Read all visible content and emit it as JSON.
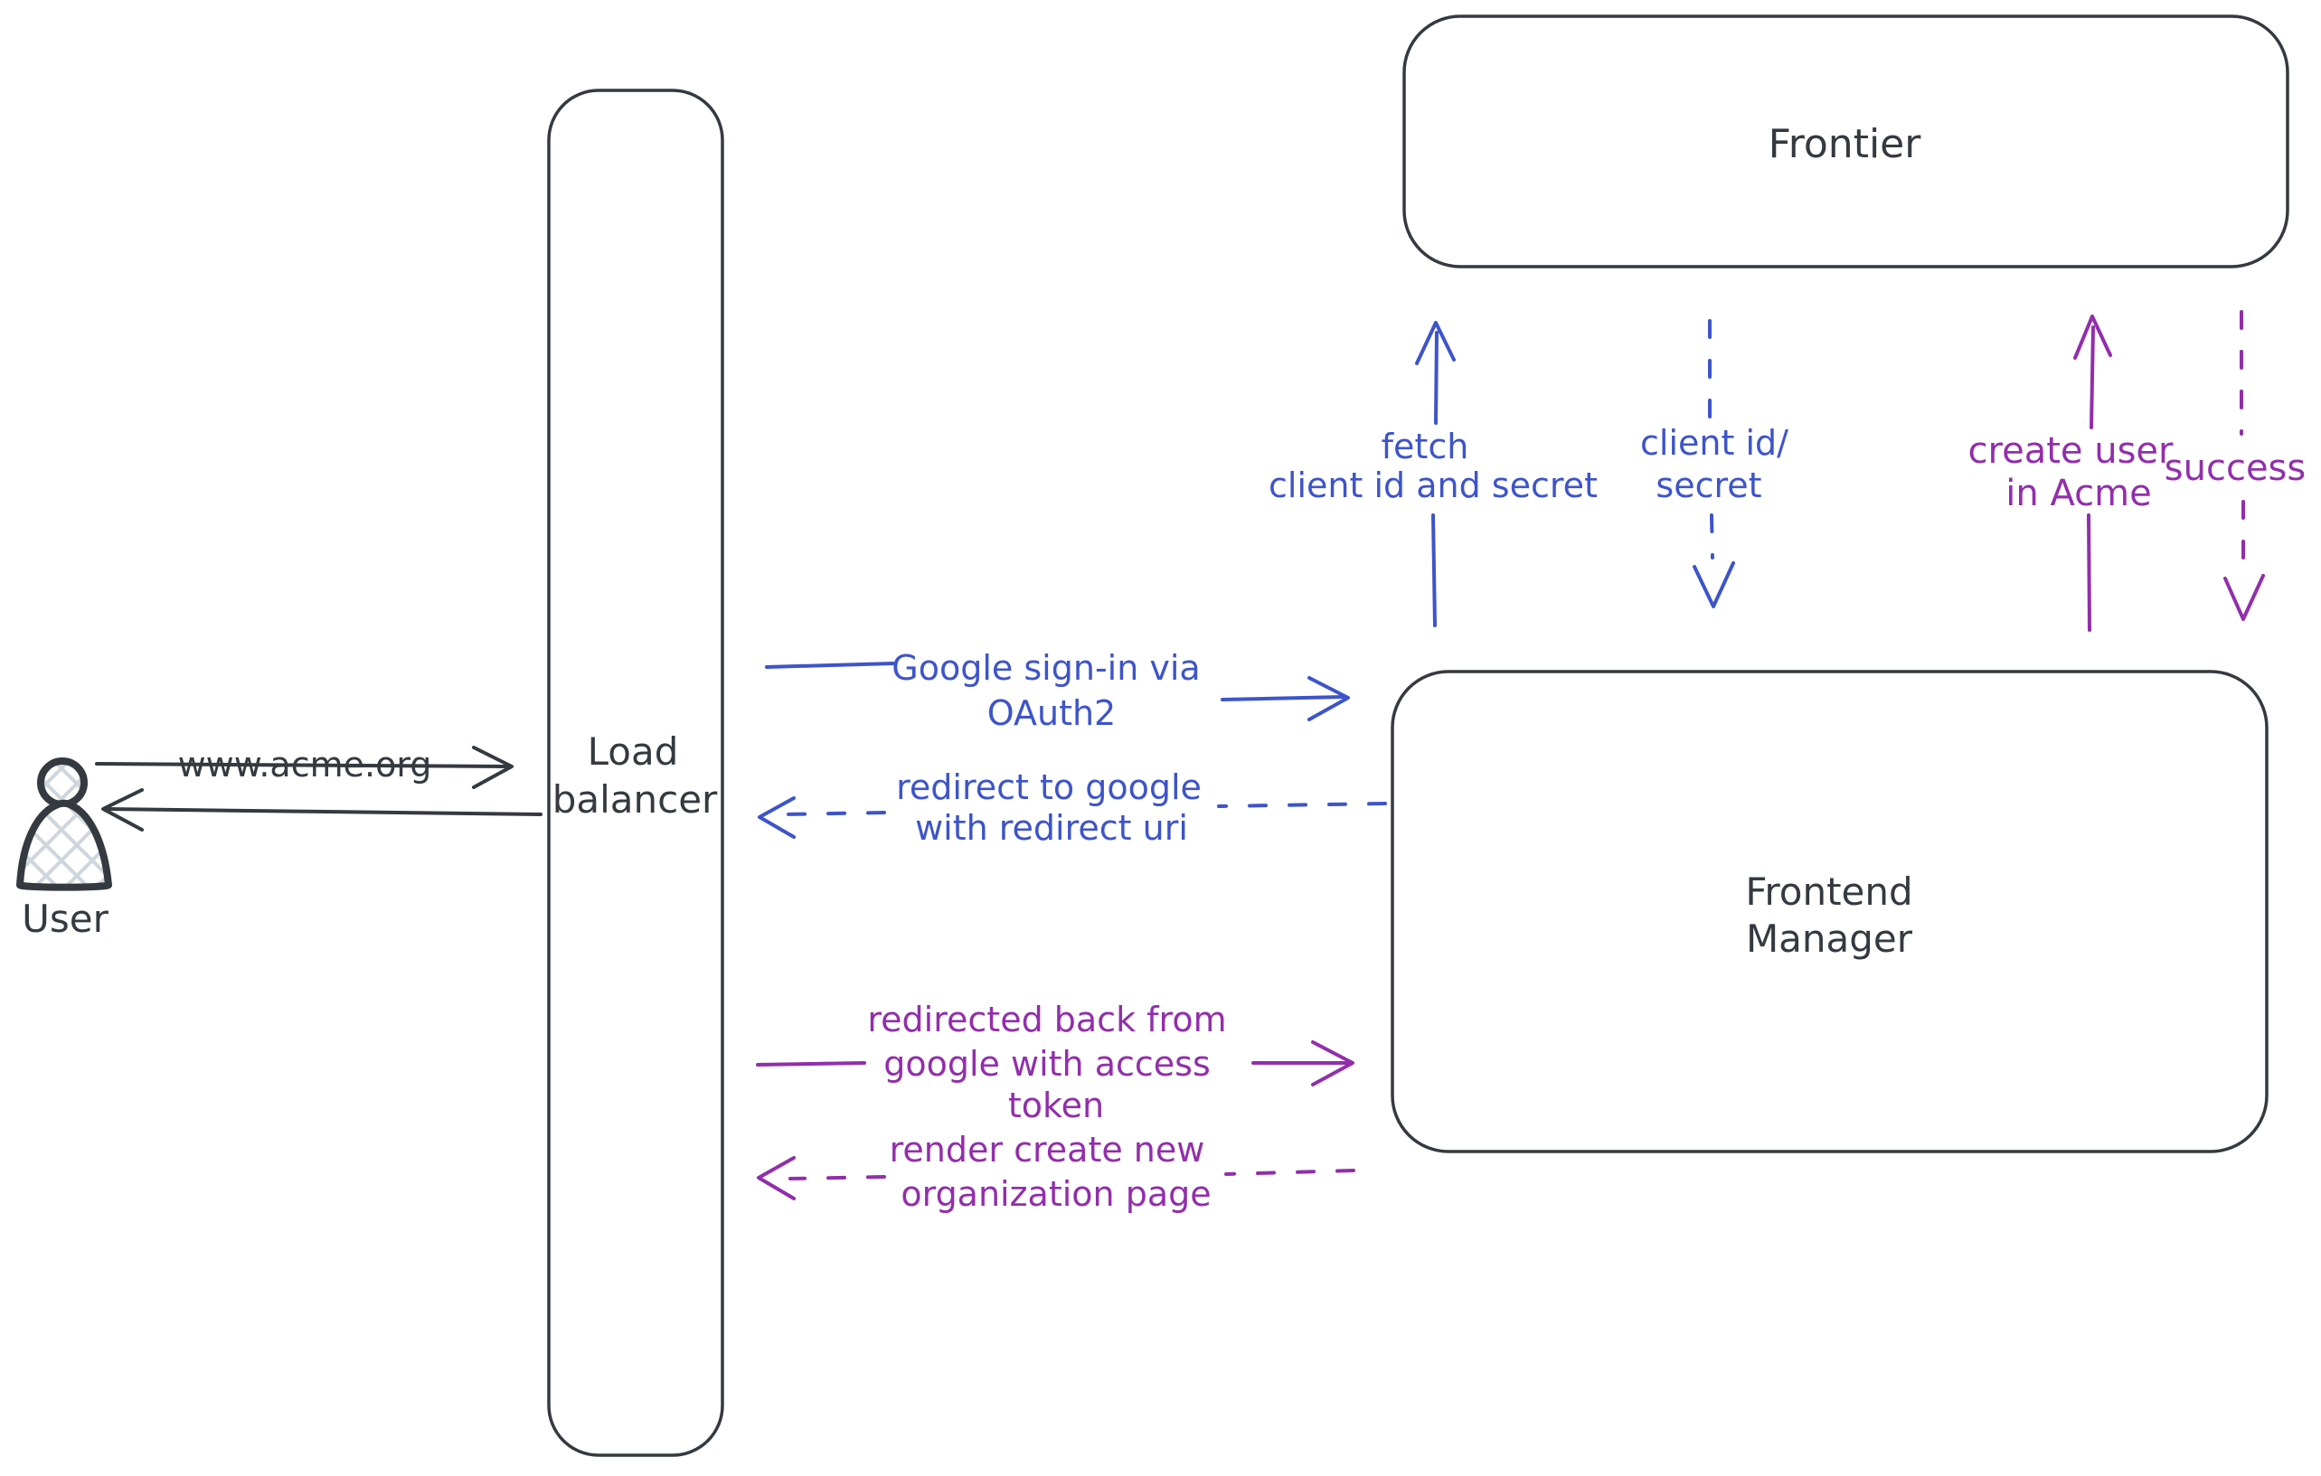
{
  "diagram": {
    "background": "#ffffff",
    "colors": {
      "dark": "#343a40",
      "blue": "#3d54c9",
      "purple": "#922eab",
      "hatch": "#cfd6dd"
    },
    "nodes": {
      "user": {
        "label": "User",
        "shape": "person"
      },
      "load_balancer": {
        "lines": [
          "Load",
          "balancer"
        ],
        "shape": "tall-rounded-rect"
      },
      "frontier": {
        "label": "Frontier",
        "shape": "rounded-rect"
      },
      "frontend_manager": {
        "lines": [
          "Frontend",
          "Manager"
        ],
        "shape": "rounded-rect"
      }
    },
    "edges": {
      "www_acme": {
        "label": "www.acme.org",
        "from": "user",
        "to": "load_balancer",
        "style": "solid",
        "color": "dark"
      },
      "response_to_user": {
        "label": "",
        "from": "load_balancer",
        "to": "user",
        "style": "solid",
        "color": "dark"
      },
      "google_signin": {
        "lines": [
          "Google sign-in via",
          "OAuth2"
        ],
        "from": "load_balancer",
        "to": "frontend_manager",
        "style": "solid",
        "color": "blue"
      },
      "redirect_to_google": {
        "lines": [
          "redirect to google",
          "with redirect uri"
        ],
        "from": "frontend_manager",
        "to": "load_balancer",
        "style": "dashed",
        "color": "blue"
      },
      "fetch_client_secret": {
        "lines": [
          "fetch",
          "client id and secret"
        ],
        "from": "frontend_manager",
        "to": "frontier",
        "style": "solid",
        "color": "blue"
      },
      "client_id_secret": {
        "lines": [
          "client id/",
          "secret"
        ],
        "from": "frontier",
        "to": "frontend_manager",
        "style": "dashed",
        "color": "blue"
      },
      "create_user": {
        "lines": [
          "create user",
          "in Acme"
        ],
        "from": "frontend_manager",
        "to": "frontier",
        "style": "solid",
        "color": "purple"
      },
      "success": {
        "label": "success",
        "from": "frontier",
        "to": "frontend_manager",
        "style": "dashed",
        "color": "purple"
      },
      "redirected_back": {
        "lines": [
          "redirected back from",
          "google with access",
          "token"
        ],
        "from": "load_balancer",
        "to": "frontend_manager",
        "style": "solid",
        "color": "purple"
      },
      "render_org_page": {
        "lines": [
          "render create new",
          "organization page"
        ],
        "from": "frontend_manager",
        "to": "load_balancer",
        "style": "dashed",
        "color": "purple"
      }
    }
  }
}
